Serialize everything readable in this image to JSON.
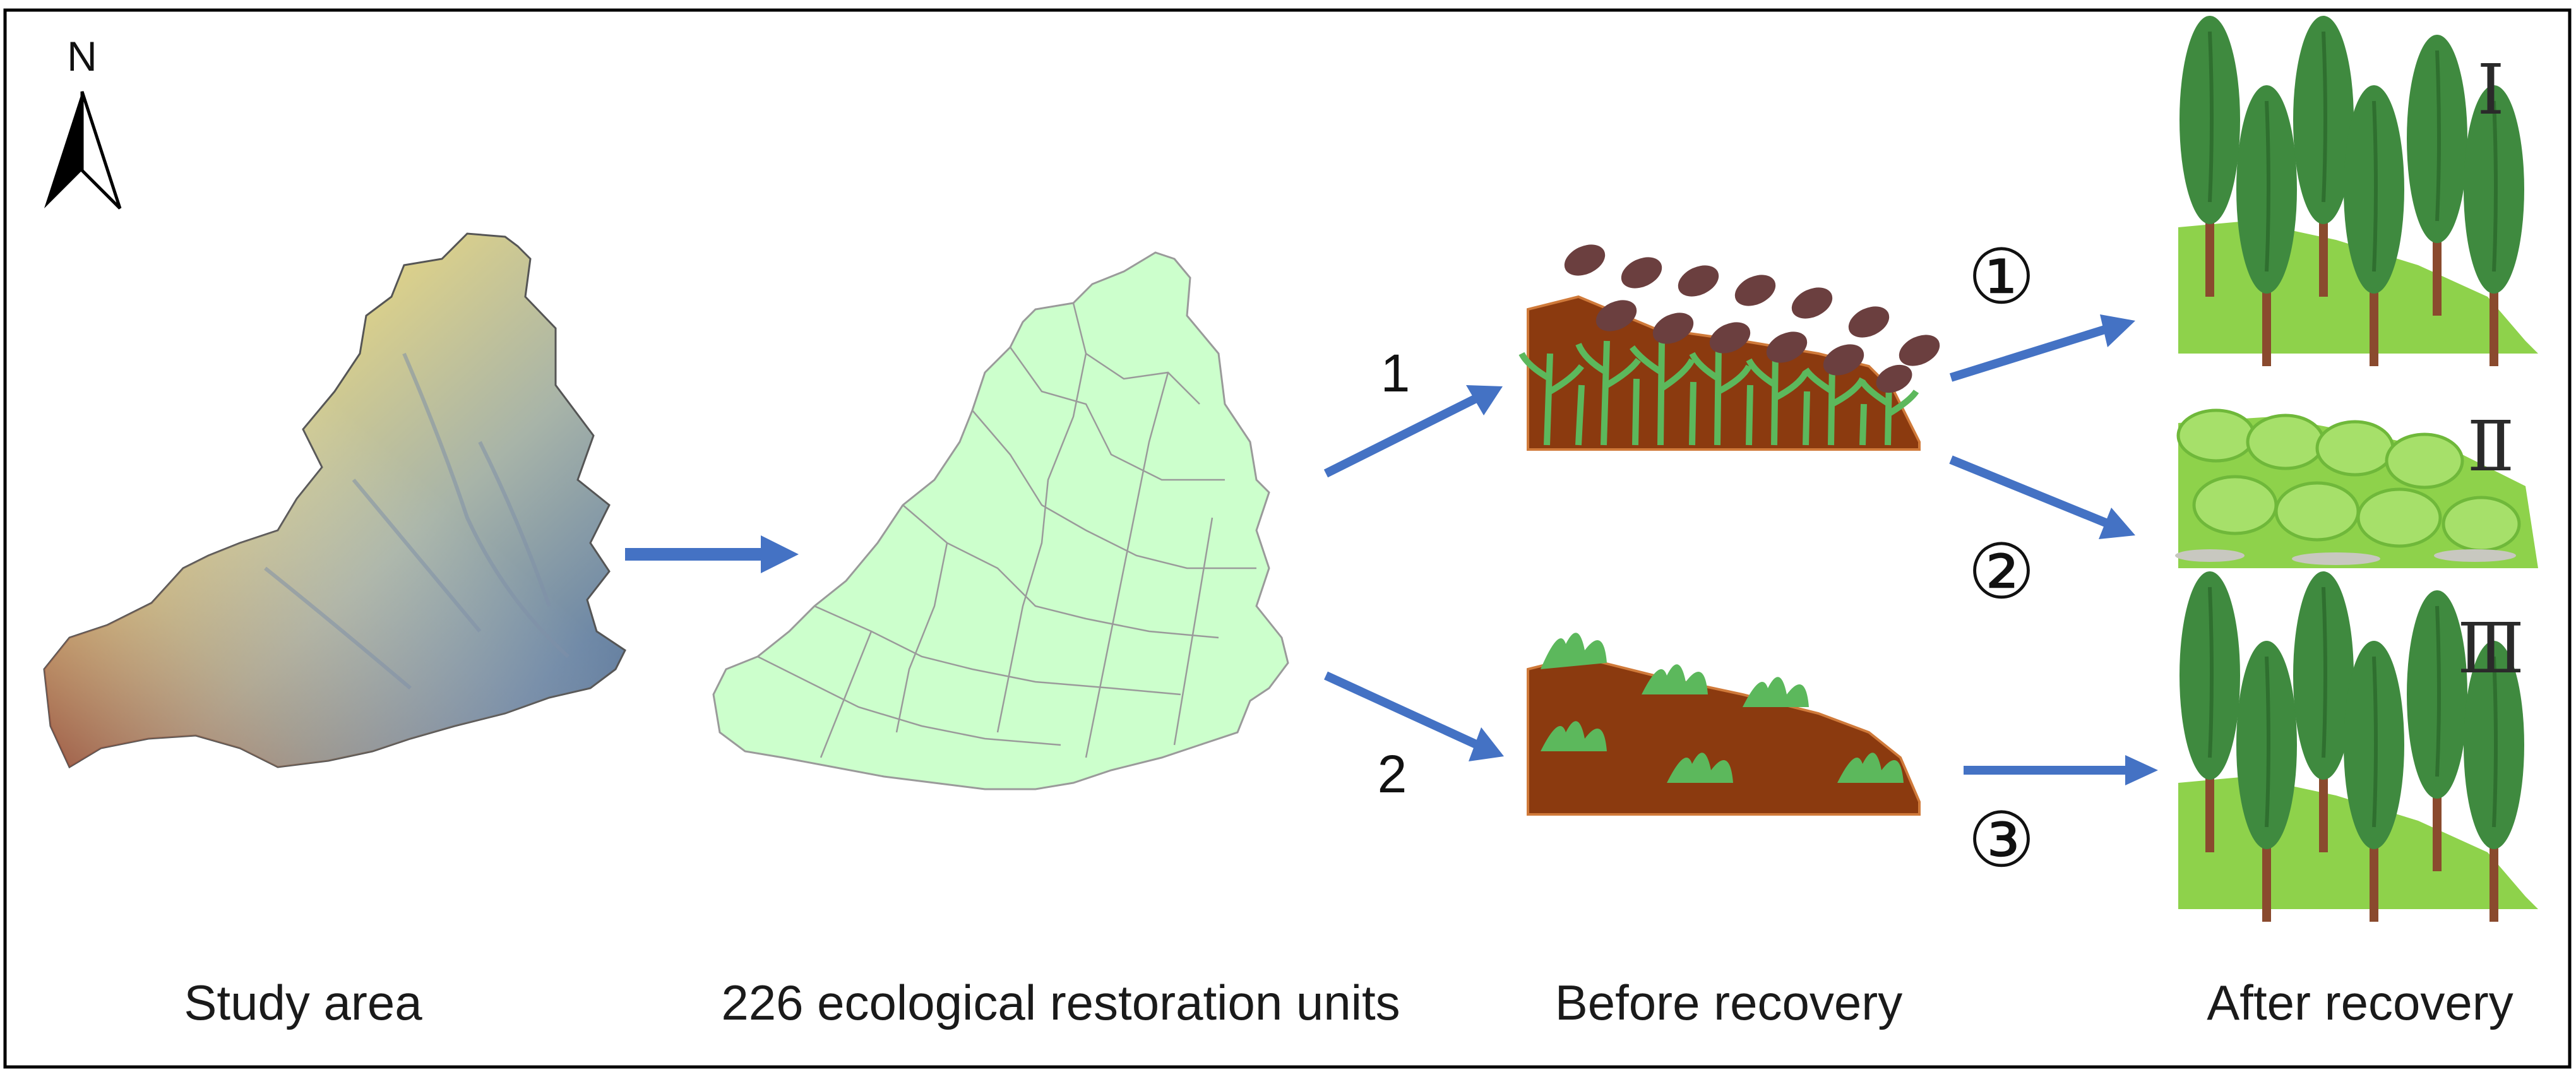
{
  "north": {
    "label": "N"
  },
  "captions": {
    "study_area": "Study area",
    "units": "226 ecological restoration units",
    "before": "Before recovery",
    "after": "After recovery"
  },
  "paths": {
    "path1": "1",
    "path2": "2",
    "option1": "①",
    "option2": "②",
    "option3": "③"
  },
  "types": {
    "type1": "Ⅰ",
    "type2": "Ⅱ",
    "type3": "Ⅲ"
  },
  "colors": {
    "arrow": "#4472c4",
    "units_fill": "#ccffcc",
    "soil": "#8b3a0f",
    "grass": "#5cb85c",
    "tree": "#3f8a3f",
    "hill": "#8ed24b",
    "shrub": "#a6e06a",
    "seed_head": "#6b3f3f"
  }
}
